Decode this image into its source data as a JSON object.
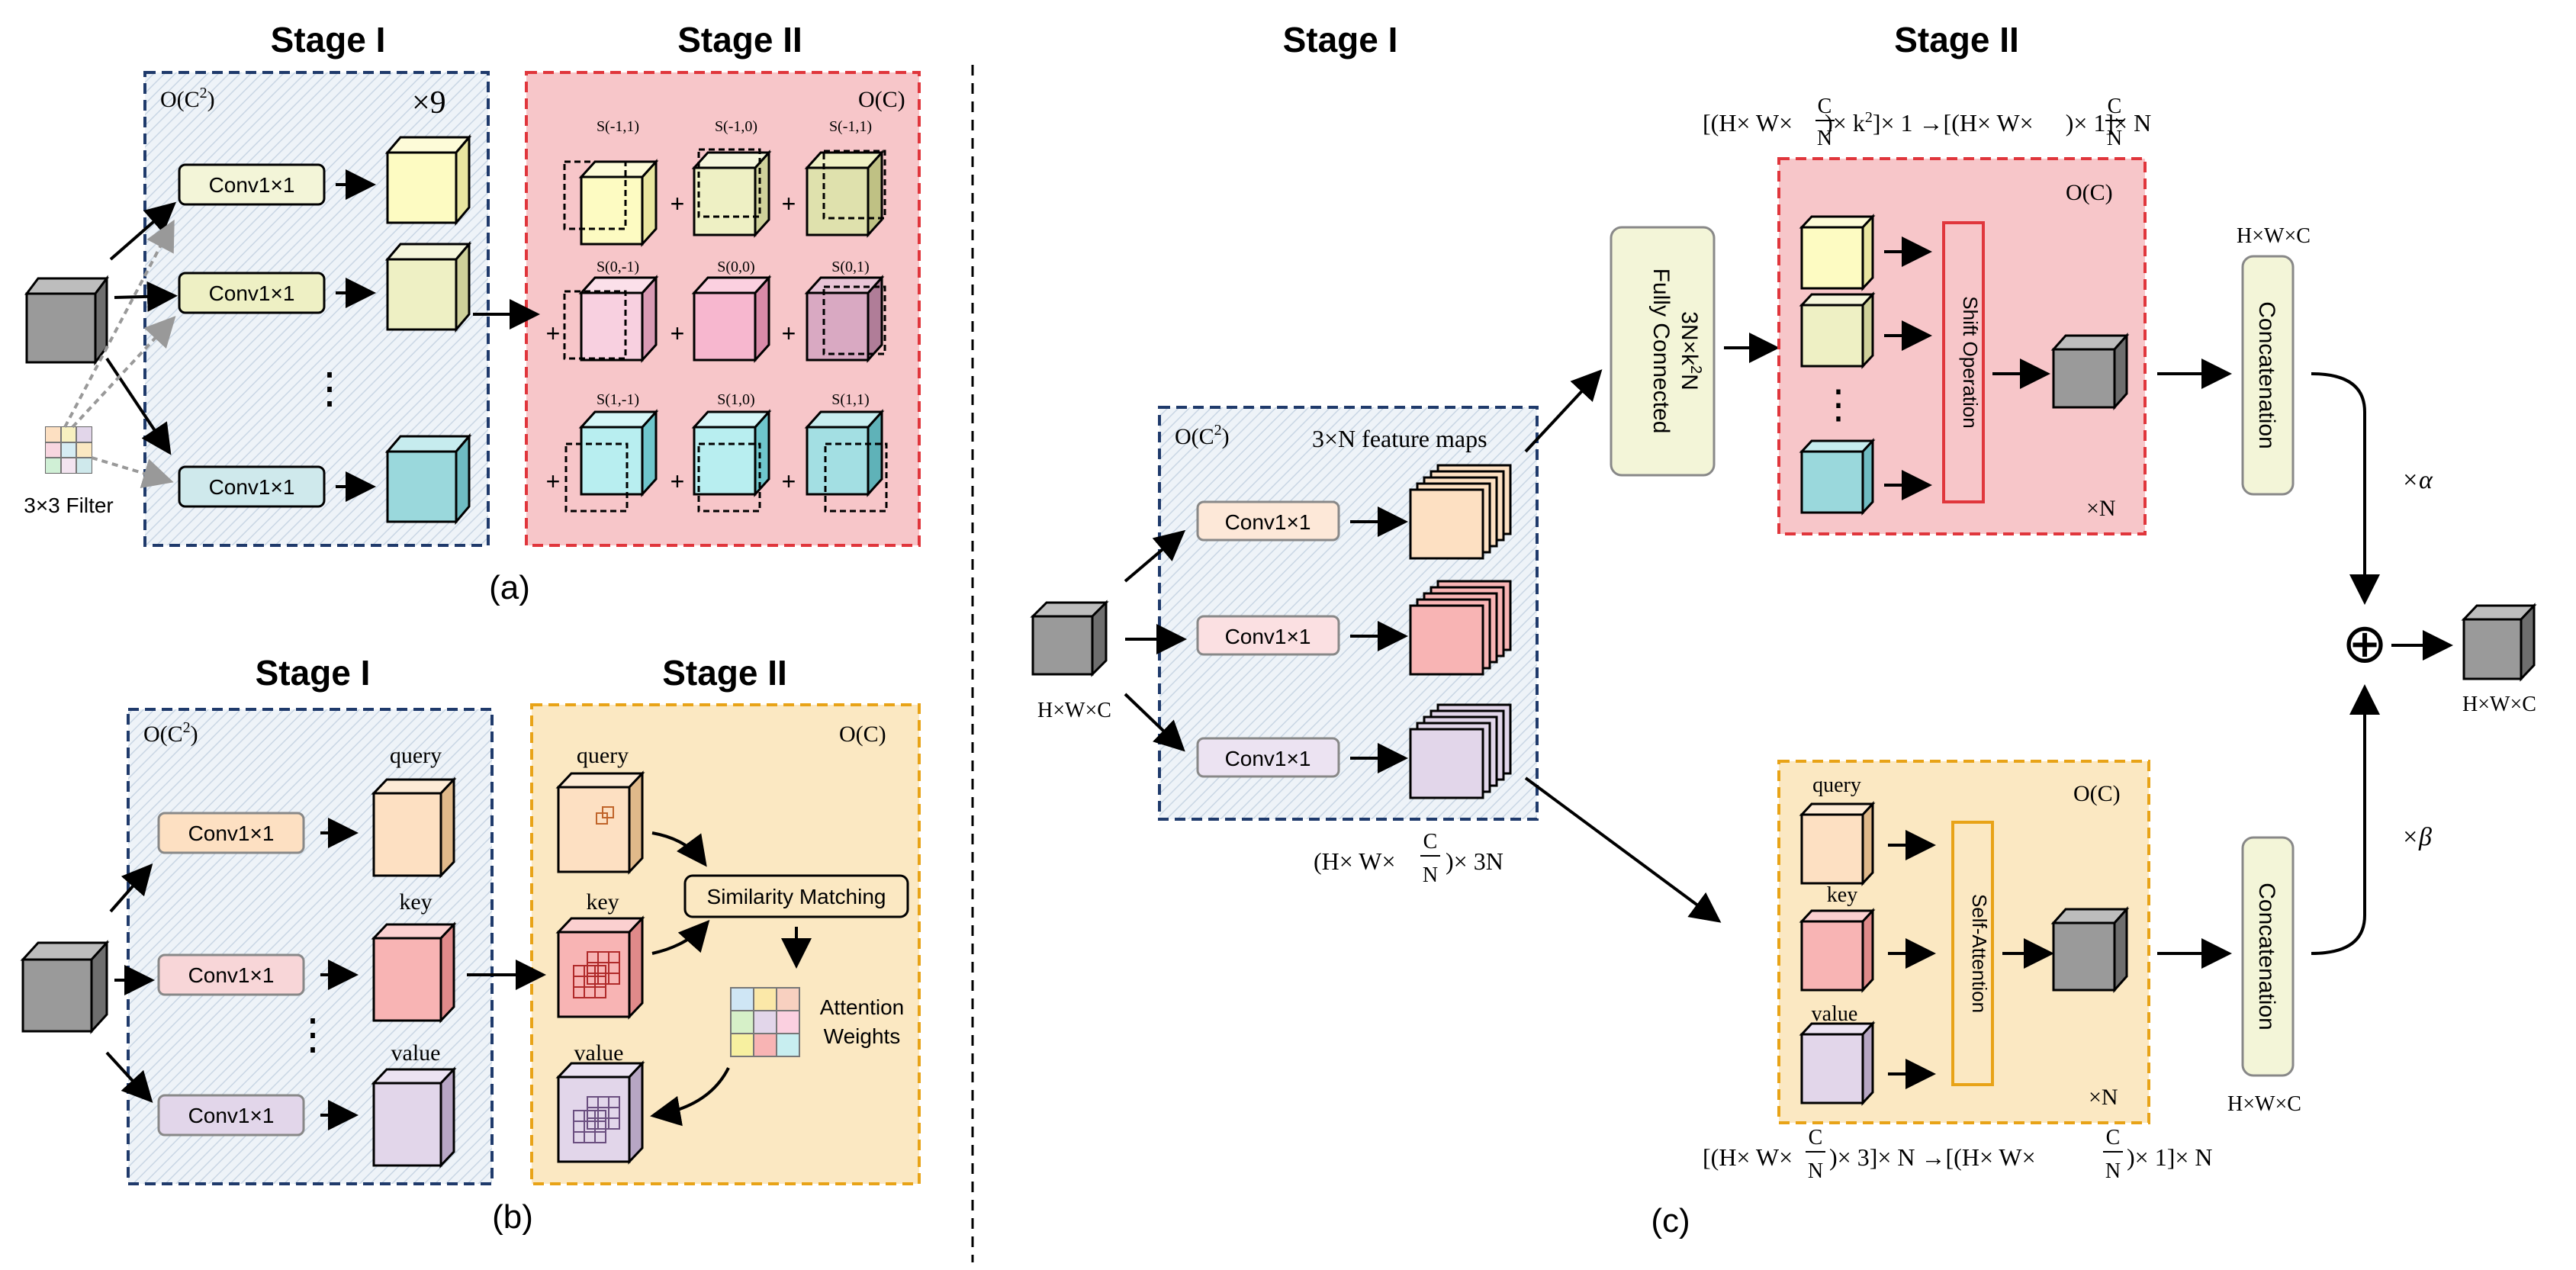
{
  "stage_i": "Stage I",
  "stage_ii": "Stage II",
  "oc2": "O(C",
  "oc2_sup": "2",
  "oc2_close": ")",
  "oc": "O(C)",
  "times9": "×9",
  "timesN": "×N",
  "conv": "Conv1×1",
  "filter": "3×3 Filter",
  "shifts": [
    "S(-1,1)",
    "S(-1,0)",
    "S(-1,1)",
    "S(0,-1)",
    "S(0,0)",
    "S(0,1)",
    "S(1,-1)",
    "S(1,0)",
    "S(1,1)"
  ],
  "plus": "+",
  "dots": "⋮",
  "label_a": "(a)",
  "label_b": "(b)",
  "label_c": "(c)",
  "query": "query",
  "key": "key",
  "value": "value",
  "similarity": "Similarity Matching",
  "attn_weights_1": "Attention",
  "attn_weights_2": "Weights",
  "hwc": "H×W×C",
  "feature_maps": "3×N feature maps",
  "fc_1": "Fully Connected",
  "fc_2": "3N×k",
  "fc_2_sup": "2",
  "fc_2_tail": "N",
  "shift_op": "Shift Operation",
  "self_attn": "Self-Attention",
  "concat": "Concatenation",
  "alpha": "×α",
  "beta": "×β",
  "oplus": "⊕",
  "formula_top": "[(H× W× C/N) × k² ] × 1 → [(H× W× C/N) × 1] × N",
  "formula_mid": "(H× W× C/N) × 3N",
  "formula_bot": "[(H× W× C/N) × 3] × N → [(H× W× C/N) × 1] × N",
  "colors": {
    "blue_dash": "#1f3a6b",
    "red_dash": "#e0363c",
    "orange_dash": "#e8a317",
    "red_fill": "#f7c6c9",
    "orange_fill": "#fbe8c2",
    "blue_fill": "#e6eef5",
    "yellow": "#fdfbc2",
    "olive": "#eef0c4",
    "teal": "#9ad8dc",
    "cyan": "#b8eef0",
    "pink": "#f7b7cf",
    "mauve": "#d9a9c2",
    "peach": "#fde0c2",
    "salmon": "#f8b4b4",
    "lilac": "#e2d6ea",
    "gray": "#9a9a9a"
  }
}
